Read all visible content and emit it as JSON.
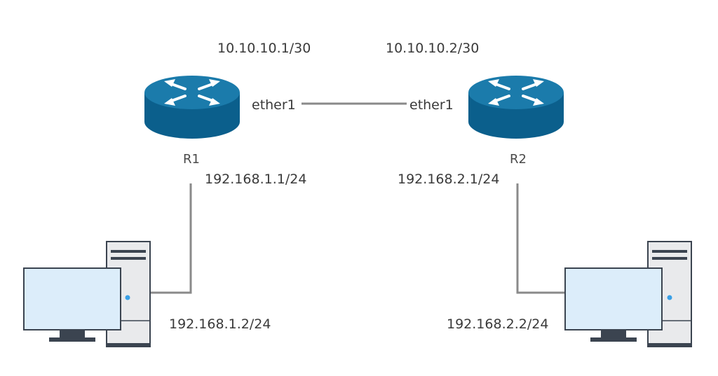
{
  "diagram": {
    "routers": [
      {
        "name": "R1",
        "wan_ip": "10.10.10.1/30",
        "wan_interface": "ether1",
        "lan_ip": "192.168.1.1/24"
      },
      {
        "name": "R2",
        "wan_ip": "10.10.10.2/30",
        "wan_interface": "ether1",
        "lan_ip": "192.168.2.1/24"
      }
    ],
    "hosts": [
      {
        "ip": "192.168.1.2/24"
      },
      {
        "ip": "192.168.2.2/24"
      }
    ],
    "colors": {
      "router_top": "#1b7bab",
      "router_side": "#0b5f8c",
      "link": "#8a8a8a",
      "screen": "#dcedfa",
      "tower": "#e9eaec",
      "pc_dark": "#3b4450",
      "led": "#3aa0e6"
    }
  }
}
